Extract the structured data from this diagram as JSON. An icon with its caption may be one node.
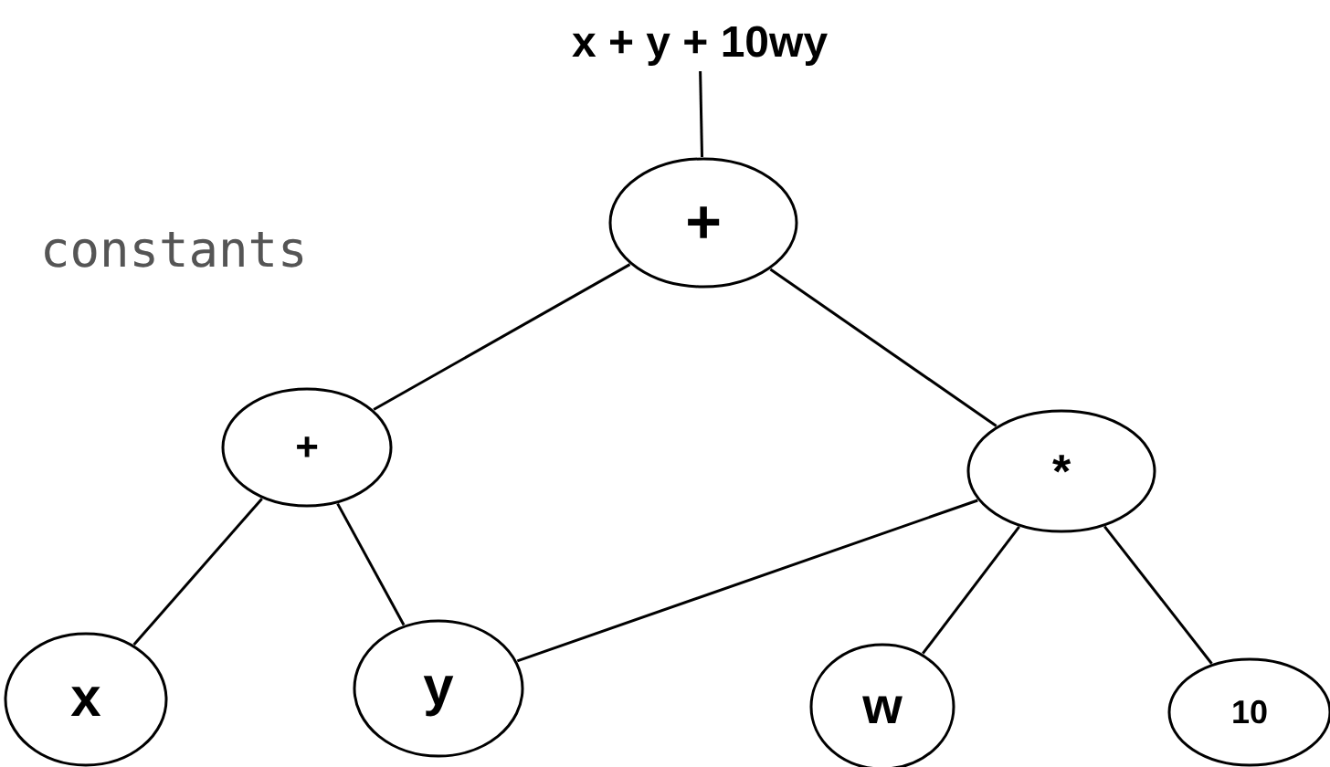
{
  "diagram": {
    "nodes": [
      {
        "text": [
          "x + y + 10wy"
        ]
      },
      {
        "text": [
          "+"
        ]
      },
      {
        "text": [
          "+"
        ]
      },
      {
        "text": [
          "*"
        ]
      },
      {
        "text": [
          "x"
        ]
      },
      {
        "text": [
          "y"
        ]
      },
      {
        "text": [
          "w"
        ]
      },
      {
        "text": [
          "10"
        ]
      }
    ],
    "edges": [
      {
        "from": 0,
        "to": 1,
        "arrow": "none"
      },
      {
        "from": 1,
        "to": 2,
        "arrow": "none"
      },
      {
        "from": 1,
        "to": 3,
        "arrow": "none"
      },
      {
        "from": 2,
        "to": 4,
        "arrow": "none"
      },
      {
        "from": 2,
        "to": 5,
        "arrow": "none"
      },
      {
        "from": 3,
        "to": 5,
        "arrow": "none"
      },
      {
        "from": 3,
        "to": 6,
        "arrow": "none"
      },
      {
        "from": 3,
        "to": 7,
        "arrow": "none"
      }
    ],
    "labels": [
      "constants"
    ]
  }
}
